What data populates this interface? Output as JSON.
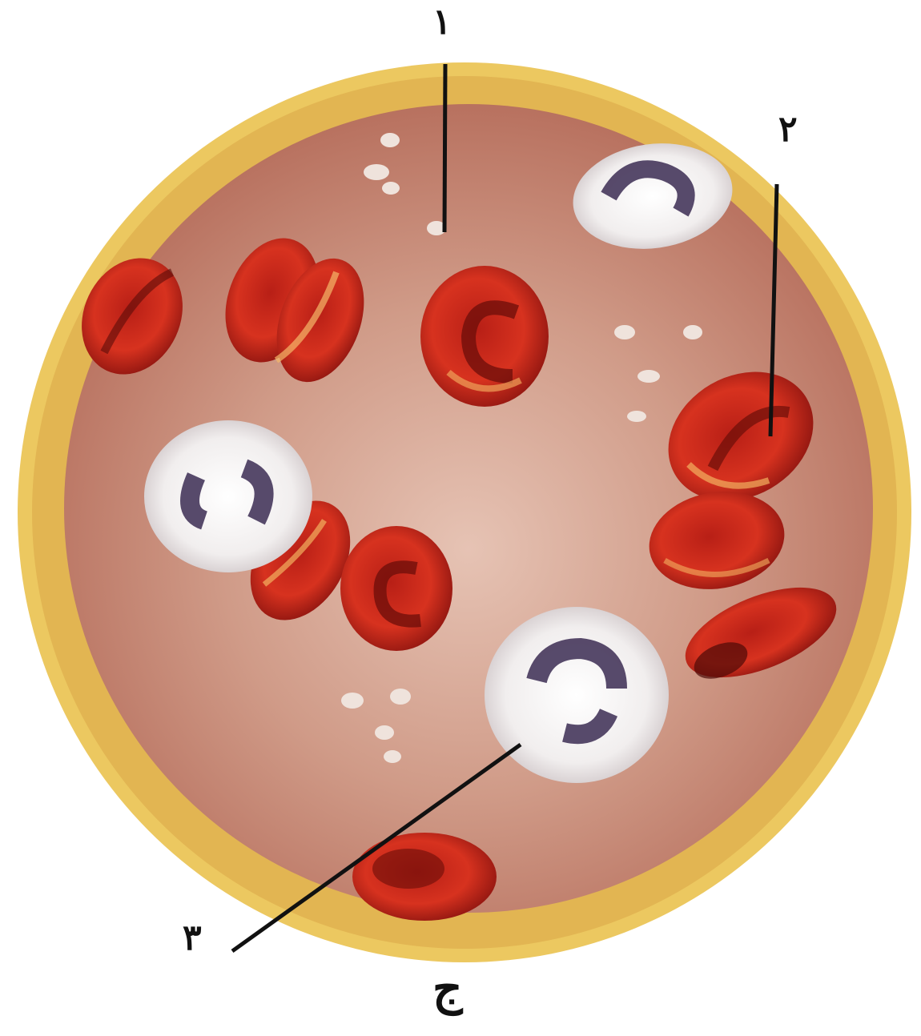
{
  "labels": {
    "platelet": "١",
    "red_blood_cell": "٢",
    "white_blood_cell": "٣"
  },
  "caption": "ج",
  "colors": {
    "rim": "#ecc860",
    "plasma": "#c98a78",
    "rbc": "#c8241a",
    "wbc": "#f4f1f1",
    "nucleus": "#3b2c52",
    "leader_line": "#111111"
  }
}
